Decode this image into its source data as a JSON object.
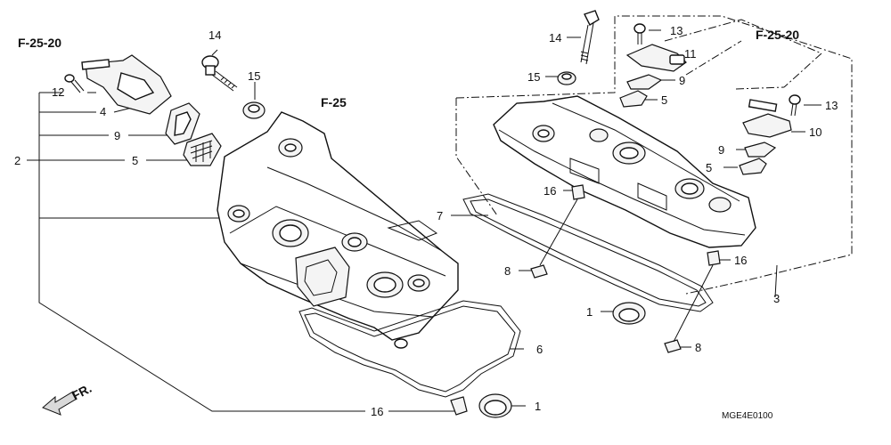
{
  "references": {
    "left_f2520": "F-25-20",
    "right_f2520": "F-25-20",
    "f25": "F-25",
    "front": "FR."
  },
  "diagram_code": "MGE4E0100",
  "callouts": {
    "l_14": "14",
    "l_15": "15",
    "l_12": "12",
    "l_4": "4",
    "l_9": "9",
    "l_2": "2",
    "l_5": "5",
    "l_16": "16",
    "l_6": "6",
    "l_1": "1",
    "r_14": "14",
    "r_13a": "13",
    "r_11": "11",
    "r_15": "15",
    "r_9a": "9",
    "r_5a": "5",
    "r_13b": "13",
    "r_10": "10",
    "r_9b": "9",
    "r_5b": "5",
    "r_16a": "16",
    "r_7": "7",
    "r_8a": "8",
    "r_16b": "16",
    "r_3": "3",
    "r_1": "1",
    "r_8b": "8"
  }
}
